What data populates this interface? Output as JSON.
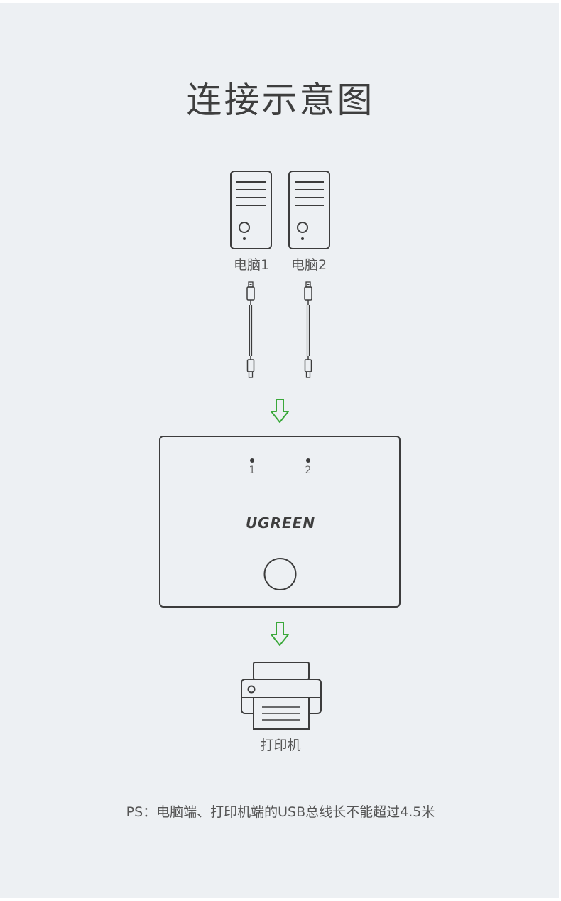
{
  "title": "连接示意图",
  "computers": [
    {
      "label": "电脑1"
    },
    {
      "label": "电脑2"
    }
  ],
  "switch": {
    "ports": [
      "1",
      "2"
    ],
    "brand": "UGREEN"
  },
  "printer": {
    "label": "打印机"
  },
  "note": "PS：电脑端、打印机端的USB总线长不能超过4.5米",
  "colors": {
    "background": "#edf0f3",
    "stroke": "#3c3c3c",
    "arrow": "#3aa83a"
  }
}
